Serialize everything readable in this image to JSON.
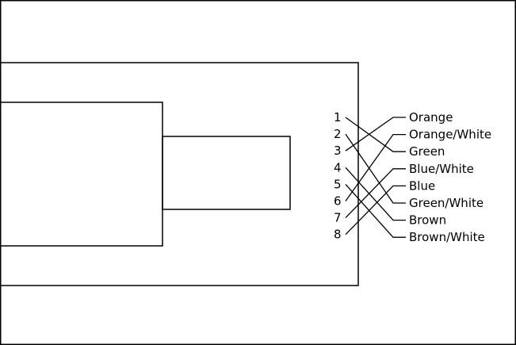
{
  "pins": [
    {
      "number": "1",
      "wire": "Orange"
    },
    {
      "number": "2",
      "wire": "Orange/White"
    },
    {
      "number": "3",
      "wire": "Green"
    },
    {
      "number": "4",
      "wire": "Blue/White"
    },
    {
      "number": "5",
      "wire": "Blue"
    },
    {
      "number": "6",
      "wire": "Green/White"
    },
    {
      "number": "7",
      "wire": "Brown"
    },
    {
      "number": "8",
      "wire": "Brown/White"
    }
  ],
  "crossings": [
    {
      "pin": "1",
      "to": "Green"
    },
    {
      "pin": "2",
      "to": "Green/White"
    },
    {
      "pin": "3",
      "to": "Orange"
    },
    {
      "pin": "4",
      "to": "Brown"
    },
    {
      "pin": "5",
      "to": "Brown/White"
    },
    {
      "pin": "6",
      "to": "Orange/White"
    },
    {
      "pin": "7",
      "to": "Blue/White"
    },
    {
      "pin": "8",
      "to": "Blue"
    }
  ]
}
